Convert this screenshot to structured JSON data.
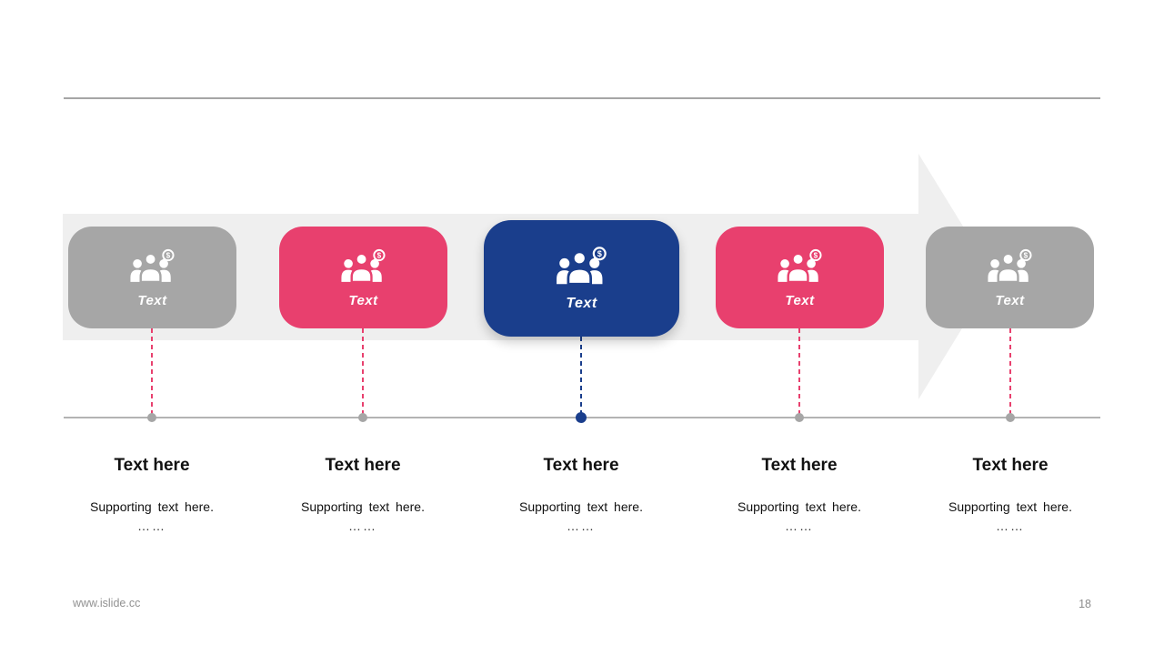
{
  "slide": {
    "footer_url": "www.islide.cc",
    "page_number": "18"
  },
  "colors": {
    "gray_card": "#A6A6A6",
    "pink_card": "#E8406E",
    "blue_card": "#1A3E8C",
    "band": "#EFEFEF",
    "top_rule": "#A6A6A6",
    "timeline_rule": "#B3B3B3",
    "heading_text": "#111111",
    "footer_text": "#8C8C8C"
  },
  "icon": {
    "name": "people-dollar-icon",
    "dollar_glyph": "$"
  },
  "cards": [
    {
      "label": "Text",
      "color": "gray",
      "connector_color": "pink",
      "dot_color": "gray",
      "highlighted": false
    },
    {
      "label": "Text",
      "color": "pink",
      "connector_color": "pink",
      "dot_color": "gray",
      "highlighted": false
    },
    {
      "label": "Text",
      "color": "blue",
      "connector_color": "blue",
      "dot_color": "blue",
      "highlighted": true
    },
    {
      "label": "Text",
      "color": "pink",
      "connector_color": "pink",
      "dot_color": "gray",
      "highlighted": false
    },
    {
      "label": "Text",
      "color": "gray",
      "connector_color": "pink",
      "dot_color": "gray",
      "highlighted": false
    }
  ],
  "columns": [
    {
      "heading": "Text here",
      "supporting": "Supporting text here.",
      "more": "……"
    },
    {
      "heading": "Text here",
      "supporting": "Supporting text here.",
      "more": "……"
    },
    {
      "heading": "Text here",
      "supporting": "Supporting text here.",
      "more": "……"
    },
    {
      "heading": "Text here",
      "supporting": "Supporting text here.",
      "more": "……"
    },
    {
      "heading": "Text here",
      "supporting": "Supporting text here.",
      "more": "……"
    }
  ]
}
